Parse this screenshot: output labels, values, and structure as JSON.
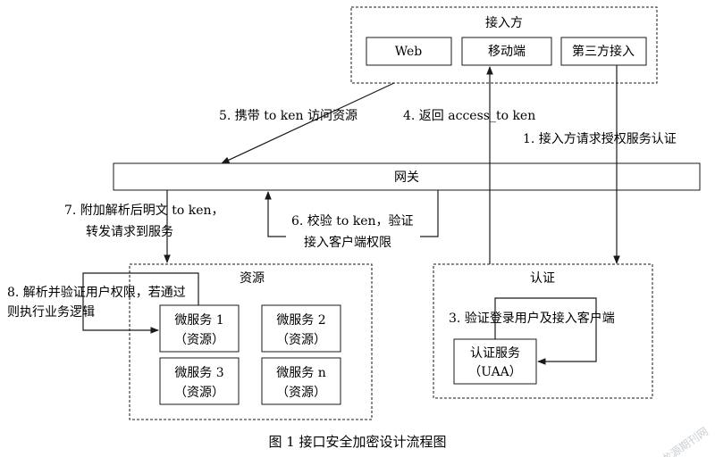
{
  "access_party": {
    "title": "接入方",
    "clients": [
      "Web",
      "移动端",
      "第三方接入"
    ]
  },
  "gateway": {
    "label": "网关"
  },
  "resources": {
    "title": "资源",
    "services": [
      {
        "name": "微服务 1",
        "sub": "（资源）"
      },
      {
        "name": "微服务 2",
        "sub": "（资源）"
      },
      {
        "name": "微服务 3",
        "sub": "（资源）"
      },
      {
        "name": "微服务 n",
        "sub": "（资源）"
      }
    ]
  },
  "auth": {
    "title": "认证",
    "service_name": "认证服务",
    "service_sub": "（UAA）"
  },
  "steps": {
    "s1": "1. 接入方请求授权服务认证",
    "s3": "3. 验证登录用户及接入客户端",
    "s4": "4. 返回 access_to ken",
    "s5": "5. 携带 to ken 访问资源",
    "s6_line1": "6. 校验 to ken，验证",
    "s6_line2": "接入客户端权限",
    "s7_line1": "7. 附加解析后明文 to ken，",
    "s7_line2": "转发请求到服务",
    "s8_line1": "8. 解析并验证用户权限，若通过",
    "s8_line2": "则执行业务逻辑"
  },
  "caption": "图 1    接口安全加密设计流程图",
  "watermark": "龙源期刊网"
}
